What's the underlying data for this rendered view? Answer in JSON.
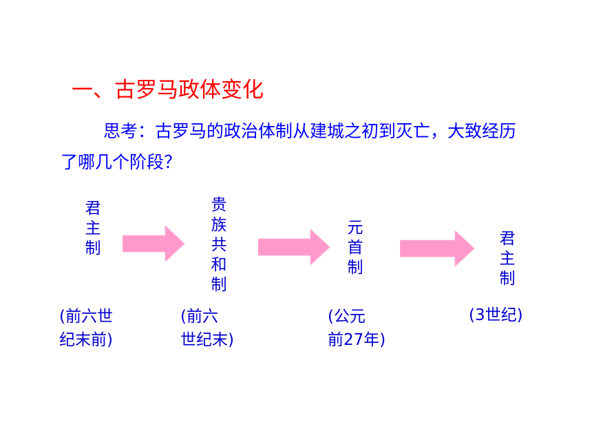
{
  "slide": {
    "heading": "一、古罗马政体变化",
    "question": "思考：古罗马的政治体制从建城之初到灭亡，大致经历了哪几个阶段？"
  },
  "timeline": {
    "stages": [
      {
        "name": "君主制",
        "period": "(前六世\n纪末前)"
      },
      {
        "name": "贵族共和制",
        "period": "(前六\n世纪末)"
      },
      {
        "name": "元首制",
        "period": "(公元\n前27年)"
      },
      {
        "name": "君主制",
        "period": "(3世纪)"
      }
    ],
    "arrow_color": "#ff99cc"
  }
}
